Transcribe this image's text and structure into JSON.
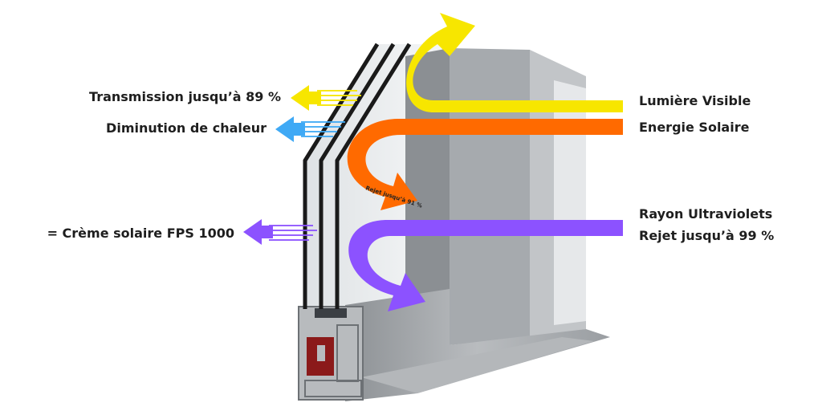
{
  "labels": {
    "transmission": "Transmission jusqu’à 89 %",
    "chaleur": "Diminution de chaleur",
    "creme": "= Crème solaire FPS 1000",
    "visible": "Lumière Visible",
    "solaire": "Energie Solaire",
    "uv_title": "Rayon Ultraviolets",
    "uv_rejet": "Rejet jusqu’à 99 %",
    "arc_rejet": "Rejet jusqu’à 91 %"
  },
  "colors": {
    "visible": "#f7e600",
    "solaire": "#ff6a00",
    "uv": "#8c52ff",
    "heat": "#3fa9f5",
    "frame": "#a7abae",
    "frame_dark": "#7b7f83",
    "glass": "#e8ecef",
    "gasket": "#8b1a1a"
  }
}
